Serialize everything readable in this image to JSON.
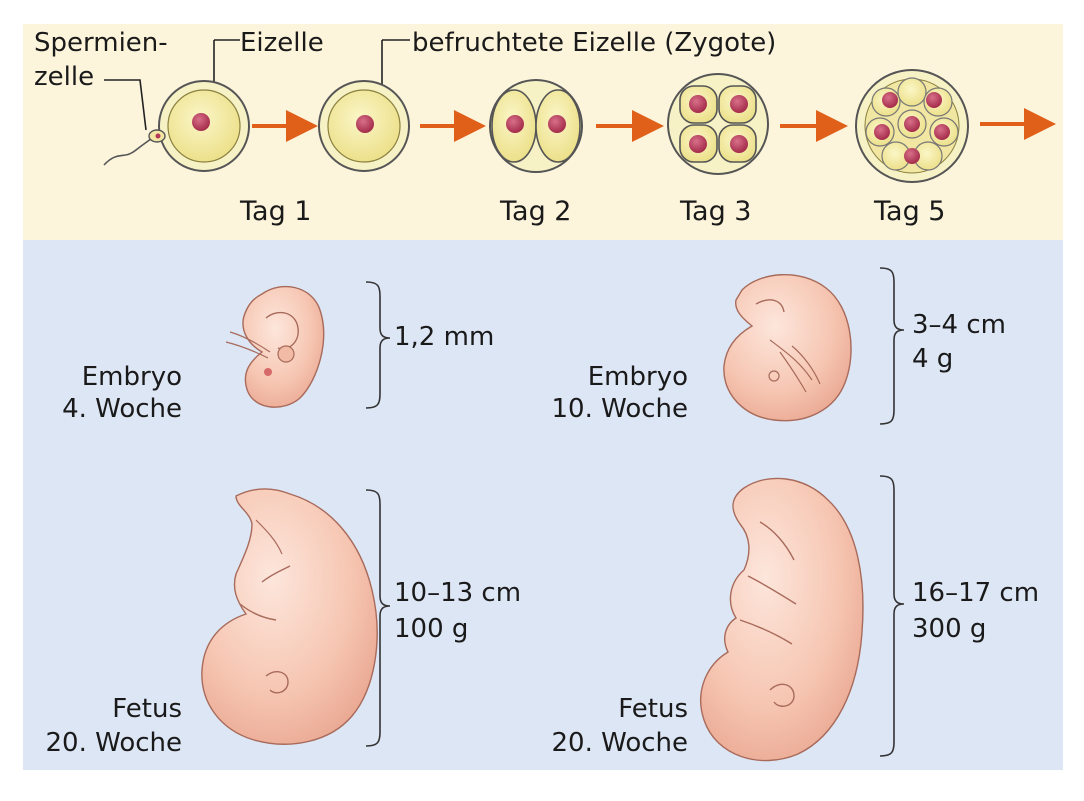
{
  "labels": {
    "sperm_line1": "Spermien-",
    "sperm_line2": "zelle",
    "egg": "Eizelle",
    "zygote": "befruchtete Eizelle (Zygote)"
  },
  "days": [
    "Tag 1",
    "Tag 2",
    "Tag 3",
    "Tag 5"
  ],
  "stages": [
    {
      "name": "Embryo",
      "week": "4. Woche",
      "size": "1,2 mm",
      "weight": ""
    },
    {
      "name": "Embryo",
      "week": "10. Woche",
      "size": "3–4 cm",
      "weight": "4 g"
    },
    {
      "name": "Fetus",
      "week": "20. Woche",
      "size": "10–13 cm",
      "weight": "100 g"
    },
    {
      "name": "Fetus",
      "week": "20. Woche",
      "size": "16–17 cm",
      "weight": "300 g"
    }
  ],
  "colors": {
    "top_background": "#fcf5dc",
    "bottom_background": "#dde6f5",
    "cell_fill": "#f4eb9a",
    "nucleus": "#b53a58",
    "arrow": "#e0601a",
    "embryo_skin": "#f6c9b6"
  }
}
